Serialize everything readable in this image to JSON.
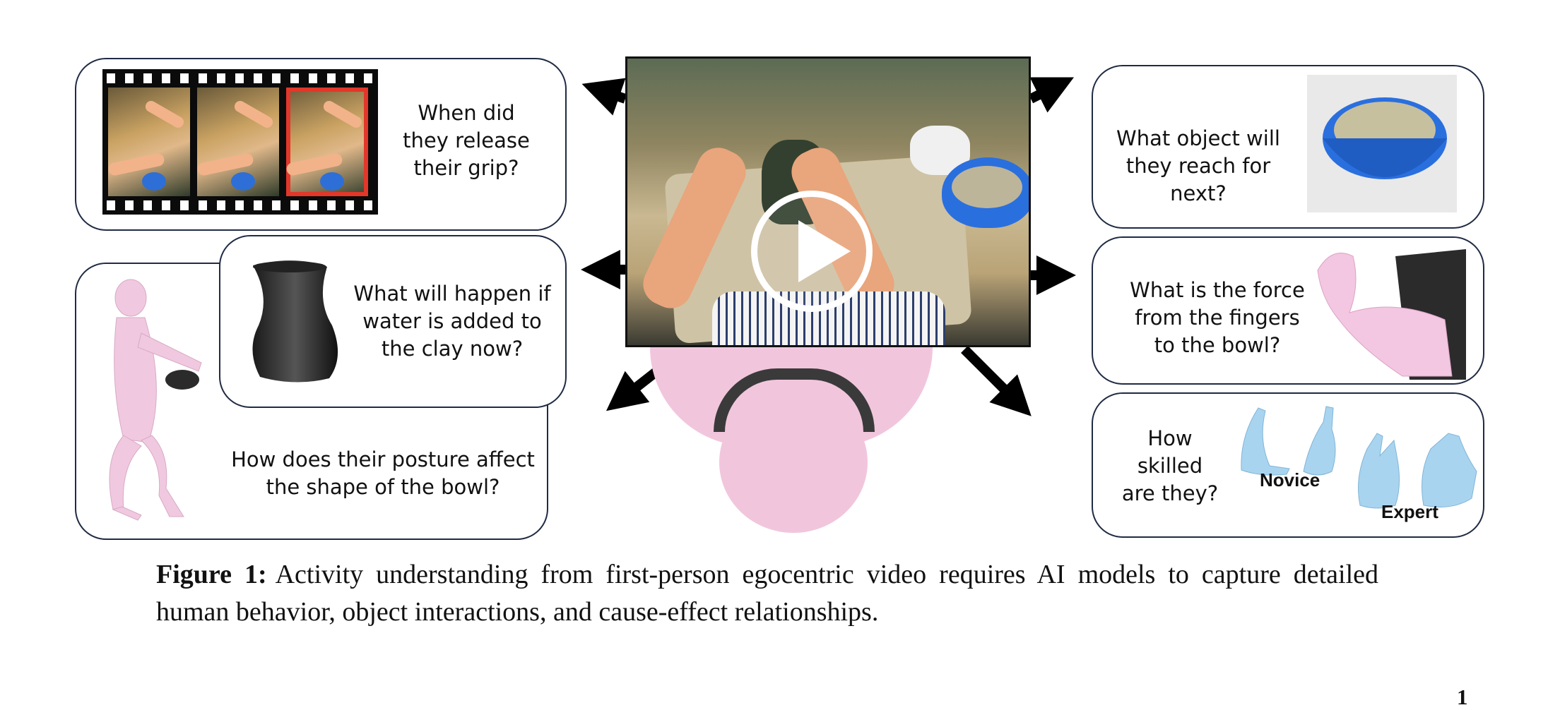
{
  "figure": {
    "questions": {
      "release_grip": "When did they release their grip?",
      "water_added": "What will happen if water is added to the clay now?",
      "posture": "How does their posture affect the shape of the bowl?",
      "next_object": "What object will they reach for next?",
      "force": "What is the force from the fingers to the bowl?",
      "skill": "How skilled are they?"
    },
    "skill_labels": {
      "novice": "Novice",
      "expert": "Expert"
    },
    "icons": [
      "play-icon",
      "arrow-icon",
      "film-strip-icon"
    ],
    "colors": {
      "panel_border": "#1f2a44",
      "highlight_frame": "#e2372a",
      "mesh_pink": "#f1c6dd",
      "hand_blue": "#a9d4ef",
      "bowl_blue": "#2a6fde"
    }
  },
  "caption": {
    "label": "Figure 1:",
    "text": "Activity understanding from first-person egocentric video requires AI models to capture detailed human behavior, object interactions, and cause-effect relationships."
  },
  "page_number": "1"
}
